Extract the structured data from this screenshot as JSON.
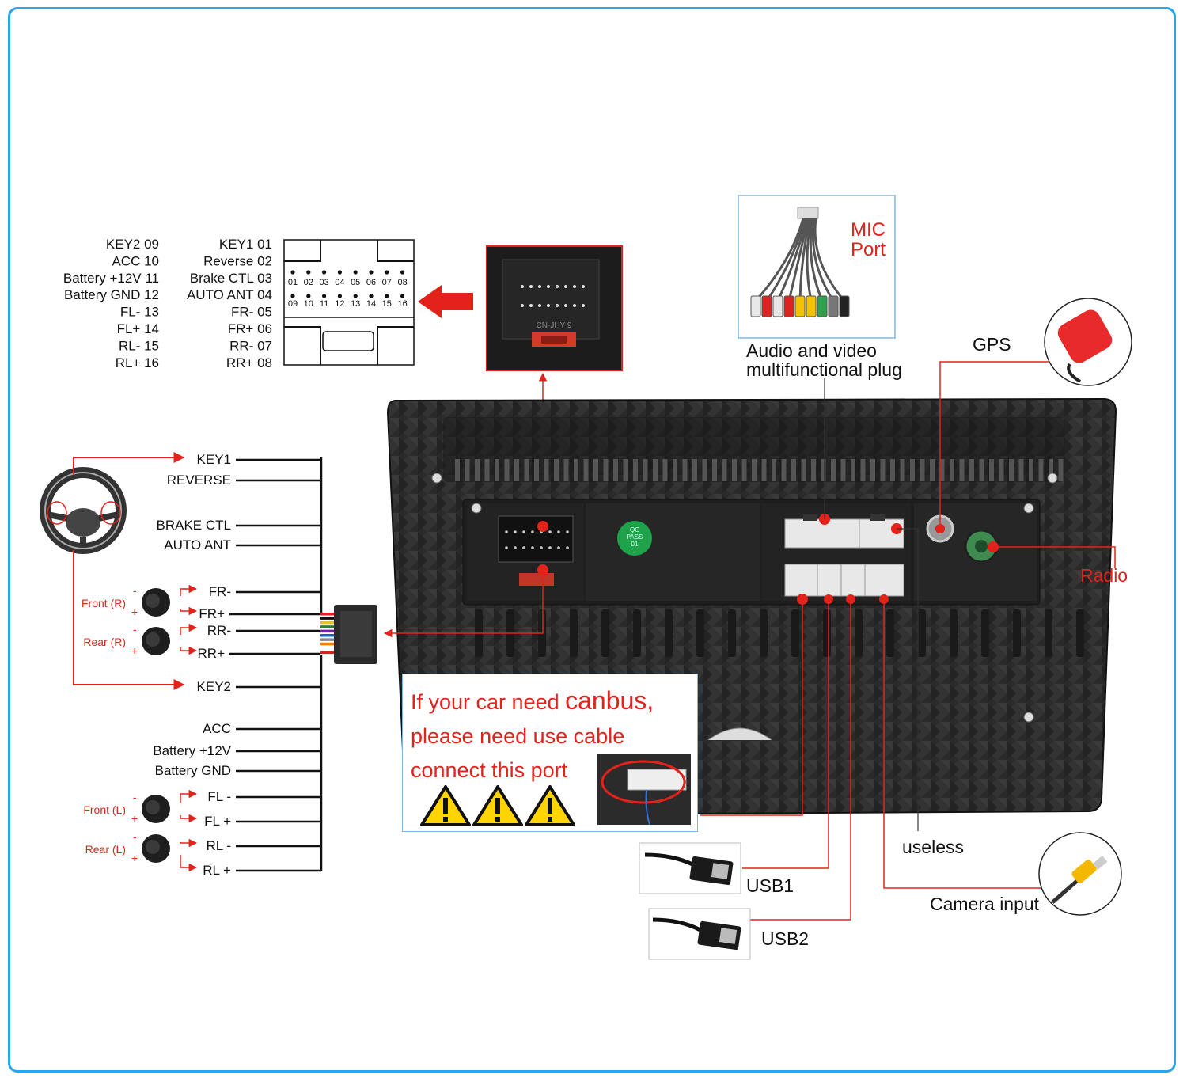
{
  "pinout": {
    "left_column": [
      "KEY2 09",
      "ACC 10",
      "Battery +12V 11",
      "Battery GND 12",
      "FL- 13",
      "FL+ 14",
      "RL- 15",
      "RL+ 16"
    ],
    "right_column": [
      "KEY1 01",
      "Reverse 02",
      "Brake CTL 03",
      "AUTO ANT 04",
      "FR- 05",
      "FR+ 06",
      "RR- 07",
      "RR+ 08"
    ],
    "pin_top_row": [
      "01",
      "02",
      "03",
      "04",
      "05",
      "06",
      "07",
      "08"
    ],
    "pin_bottom_row": [
      "09",
      "10",
      "11",
      "12",
      "13",
      "14",
      "15",
      "16"
    ]
  },
  "harness": {
    "wires": [
      "KEY1",
      "REVERSE",
      "BRAKE CTL",
      "AUTO ANT",
      "FR-",
      "FR+",
      "RR-",
      "RR+",
      "KEY2",
      "ACC",
      "Battery +12V",
      "Battery GND",
      "FL -",
      "FL +",
      "RL -",
      "RL +"
    ],
    "speakers": [
      "Front (R)",
      "Rear (R)",
      "Front (L)",
      "Rear (L)"
    ],
    "polarity_minus": "-",
    "polarity_plus": "+"
  },
  "ports": {
    "mic_port": "MIC Port",
    "av_plug_line1": "Audio and video",
    "av_plug_line2": "multifunctional plug",
    "gps": "GPS",
    "radio": "Radio",
    "useless": "useless",
    "usb1": "USB1",
    "usb2": "USB2",
    "camera": "Camera input"
  },
  "canbus": {
    "line1_prefix": "If your car need ",
    "line1_emph": "canbus,",
    "line2": "please need use cable",
    "line3": "connect this port"
  },
  "connector_marking": "CN-JHY 9",
  "qc_sticker": [
    "QC",
    "PASS",
    "01"
  ],
  "colors": {
    "frame_border": "#2aa6e6",
    "red_lines": "#e3221b",
    "black_lines": "#111111",
    "unit_body": "#2b2b2b",
    "warning_yellow": "#ffd400",
    "qc_green": "#1fa34a"
  }
}
